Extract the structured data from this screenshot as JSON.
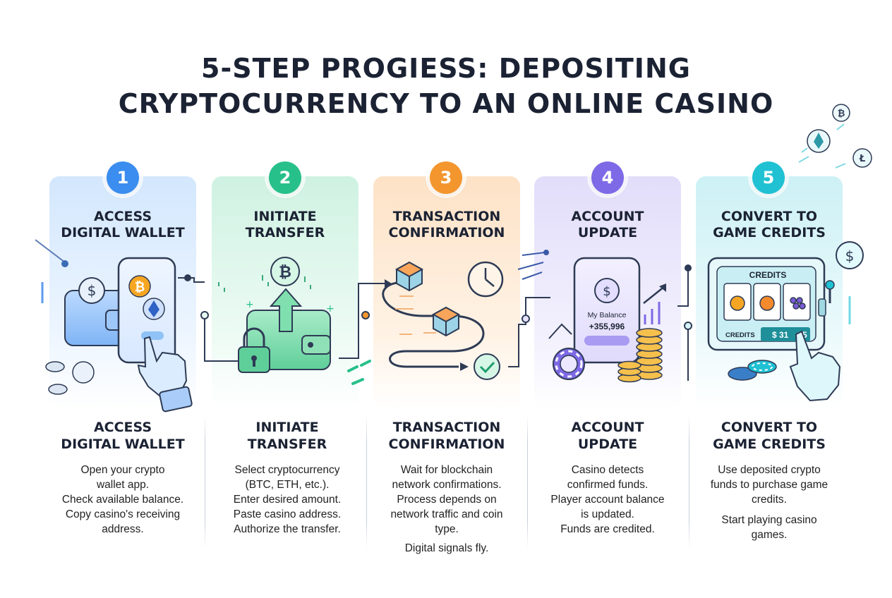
{
  "title": {
    "line1": "5-STEP PROGIESS: DEPOSITING",
    "line2": "CRYPTOCURRENCY TO AN ONLINE CASINO"
  },
  "steps": [
    {
      "number": "1",
      "card_title_1": "ACCESS",
      "card_title_2": "DIGITAL WALLET",
      "heading_1": "ACCESS",
      "heading_2": "DIGITAL WALLET",
      "lines": [
        "Open your crypto",
        "wallet app.",
        "Check available balance.",
        "Copy casino's receiving",
        "address."
      ]
    },
    {
      "number": "2",
      "card_title_1": "INITIATE",
      "card_title_2": "TRANSFER",
      "heading_1": "INITIATE",
      "heading_2": "TRANSFER",
      "lines": [
        "Select cryptocurrency",
        "(BTC, ETH, etc.).",
        "Enter desired amount.",
        "Paste casino address.",
        "Authorize the transfer."
      ]
    },
    {
      "number": "3",
      "card_title_1": "TRANSACTION",
      "card_title_2": "CONFIRMATION",
      "heading_1": "TRANSACTION",
      "heading_2": "CONFIRMATION",
      "lines": [
        "Wait for blockchain",
        "network confirmations.",
        "Process depends on",
        "network traffic and coin",
        "type.",
        "Digital signals fly."
      ]
    },
    {
      "number": "4",
      "card_title_1": "ACCOUNT",
      "card_title_2": "UPDATE",
      "heading_1": "ACCOUNT",
      "heading_2": "UPDATE",
      "lines": [
        "Casino detects",
        "confirmed funds.",
        "Player account balance",
        "is updated.",
        "Funds are credited."
      ]
    },
    {
      "number": "5",
      "card_title_1": "CONVERT TO",
      "card_title_2": "GAME CREDITS",
      "heading_1": "CONVERT TO",
      "heading_2": "GAME CREDITS",
      "lines": [
        "Use deposited crypto",
        "funds to purchase game",
        "credits.",
        "Start playing casino",
        "games."
      ]
    }
  ],
  "illustrations": {
    "phone_balance_label": "My Balance",
    "phone_balance_value": "+355,996",
    "slot_header": "CREDITS",
    "slot_credits_label": "CREDITS",
    "slot_credits_value": "$ 31",
    "slot_credits_tail": "5"
  },
  "icons": [
    "dollar-coin-icon",
    "bitcoin-icon",
    "ethereum-icon",
    "wallet-icon",
    "pointing-hand-icon",
    "padlock-icon",
    "upload-arrow-icon",
    "cube-icon",
    "clock-icon",
    "checkmark-icon",
    "casino-chip-icon",
    "coin-stack-icon",
    "trend-arrow-icon",
    "slot-machine-icon",
    "litecoin-icon"
  ],
  "colors": {
    "step1": "#3b8def",
    "step2": "#27c08a",
    "step3": "#f3962e",
    "step4": "#7e6ae6",
    "step5": "#1fc1d3",
    "card1": "#d9ebfd",
    "card2": "#d7f4e8",
    "card3": "#fde6cf",
    "card4": "#e6e2fb",
    "card5": "#d3f3f6"
  }
}
